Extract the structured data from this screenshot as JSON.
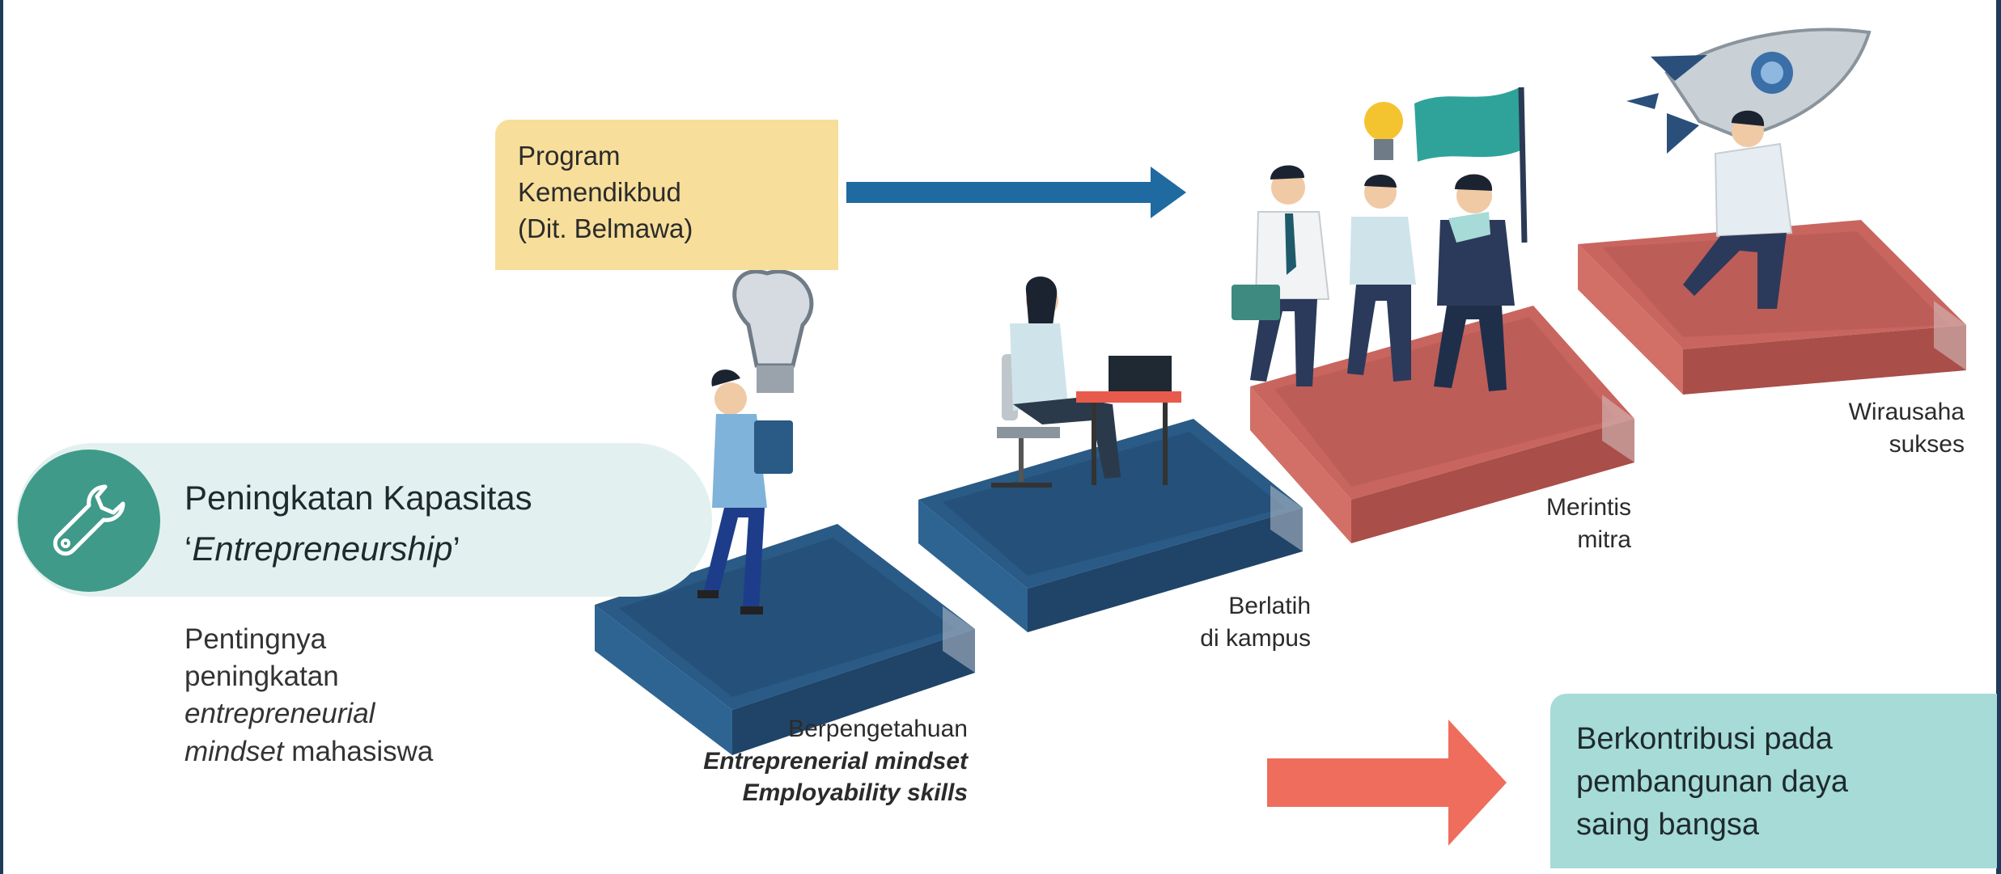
{
  "program_box": {
    "line1": "Program",
    "line2": "Kemendikbud",
    "line3": "(Dit. Belmawa)"
  },
  "capacity": {
    "title_line1": "Peningkatan Kapasitas",
    "title_quote_open": "‘",
    "title_italic": "Entrepreneurship",
    "title_quote_close": "’",
    "icon": "wrench-icon"
  },
  "importance": {
    "line1": "Pentingnya",
    "line2": "peningkatan",
    "line3_italic": "entrepreneurial",
    "line4_italic": "mindset",
    "line4_rest": " mahasiswa"
  },
  "steps": {
    "step1": {
      "line1": "Berpengetahuan",
      "line2": "Entreprenerial mindset",
      "line3": "Employability skills"
    },
    "step2": {
      "line1": "Berlatih",
      "line2": "di kampus"
    },
    "step3": {
      "line1": "Merintis",
      "line2": "mitra"
    },
    "step4": {
      "line1": "Wirausaha",
      "line2": "sukses"
    }
  },
  "contribution": {
    "line1": "Berkontribusi pada",
    "line2": "pembangunan daya",
    "line3": "saing bangsa"
  },
  "colors": {
    "navy_platform": "#2a5a86",
    "red_platform": "#c9655f",
    "teal": "#3f9a8a",
    "arrow_blue": "#1f6aa0",
    "arrow_red": "#ee6d5d",
    "program_fill": "#f7de9a",
    "contribution_fill": "#a6dbd7"
  }
}
